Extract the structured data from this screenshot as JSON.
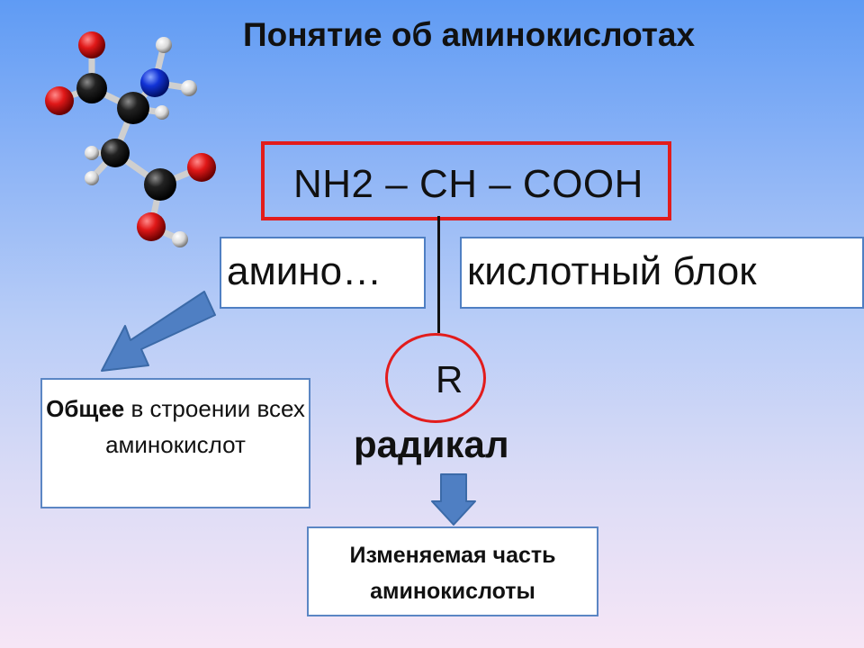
{
  "title": "Понятие об аминокислотах",
  "formula": "NH2 – CH – COOH",
  "labels": {
    "amino": "амино…",
    "acid_block": "кислотный блок"
  },
  "radical_letter": "R",
  "radical_caption": "радикал",
  "common_box": {
    "bold": "Общее",
    "text_after": " в строении всех аминокислот"
  },
  "changeable_box": "Изменяемая часть аминокислоты",
  "colors": {
    "highlight_red": "#e21c1c",
    "arrow_blue": "#4f7fc3"
  }
}
